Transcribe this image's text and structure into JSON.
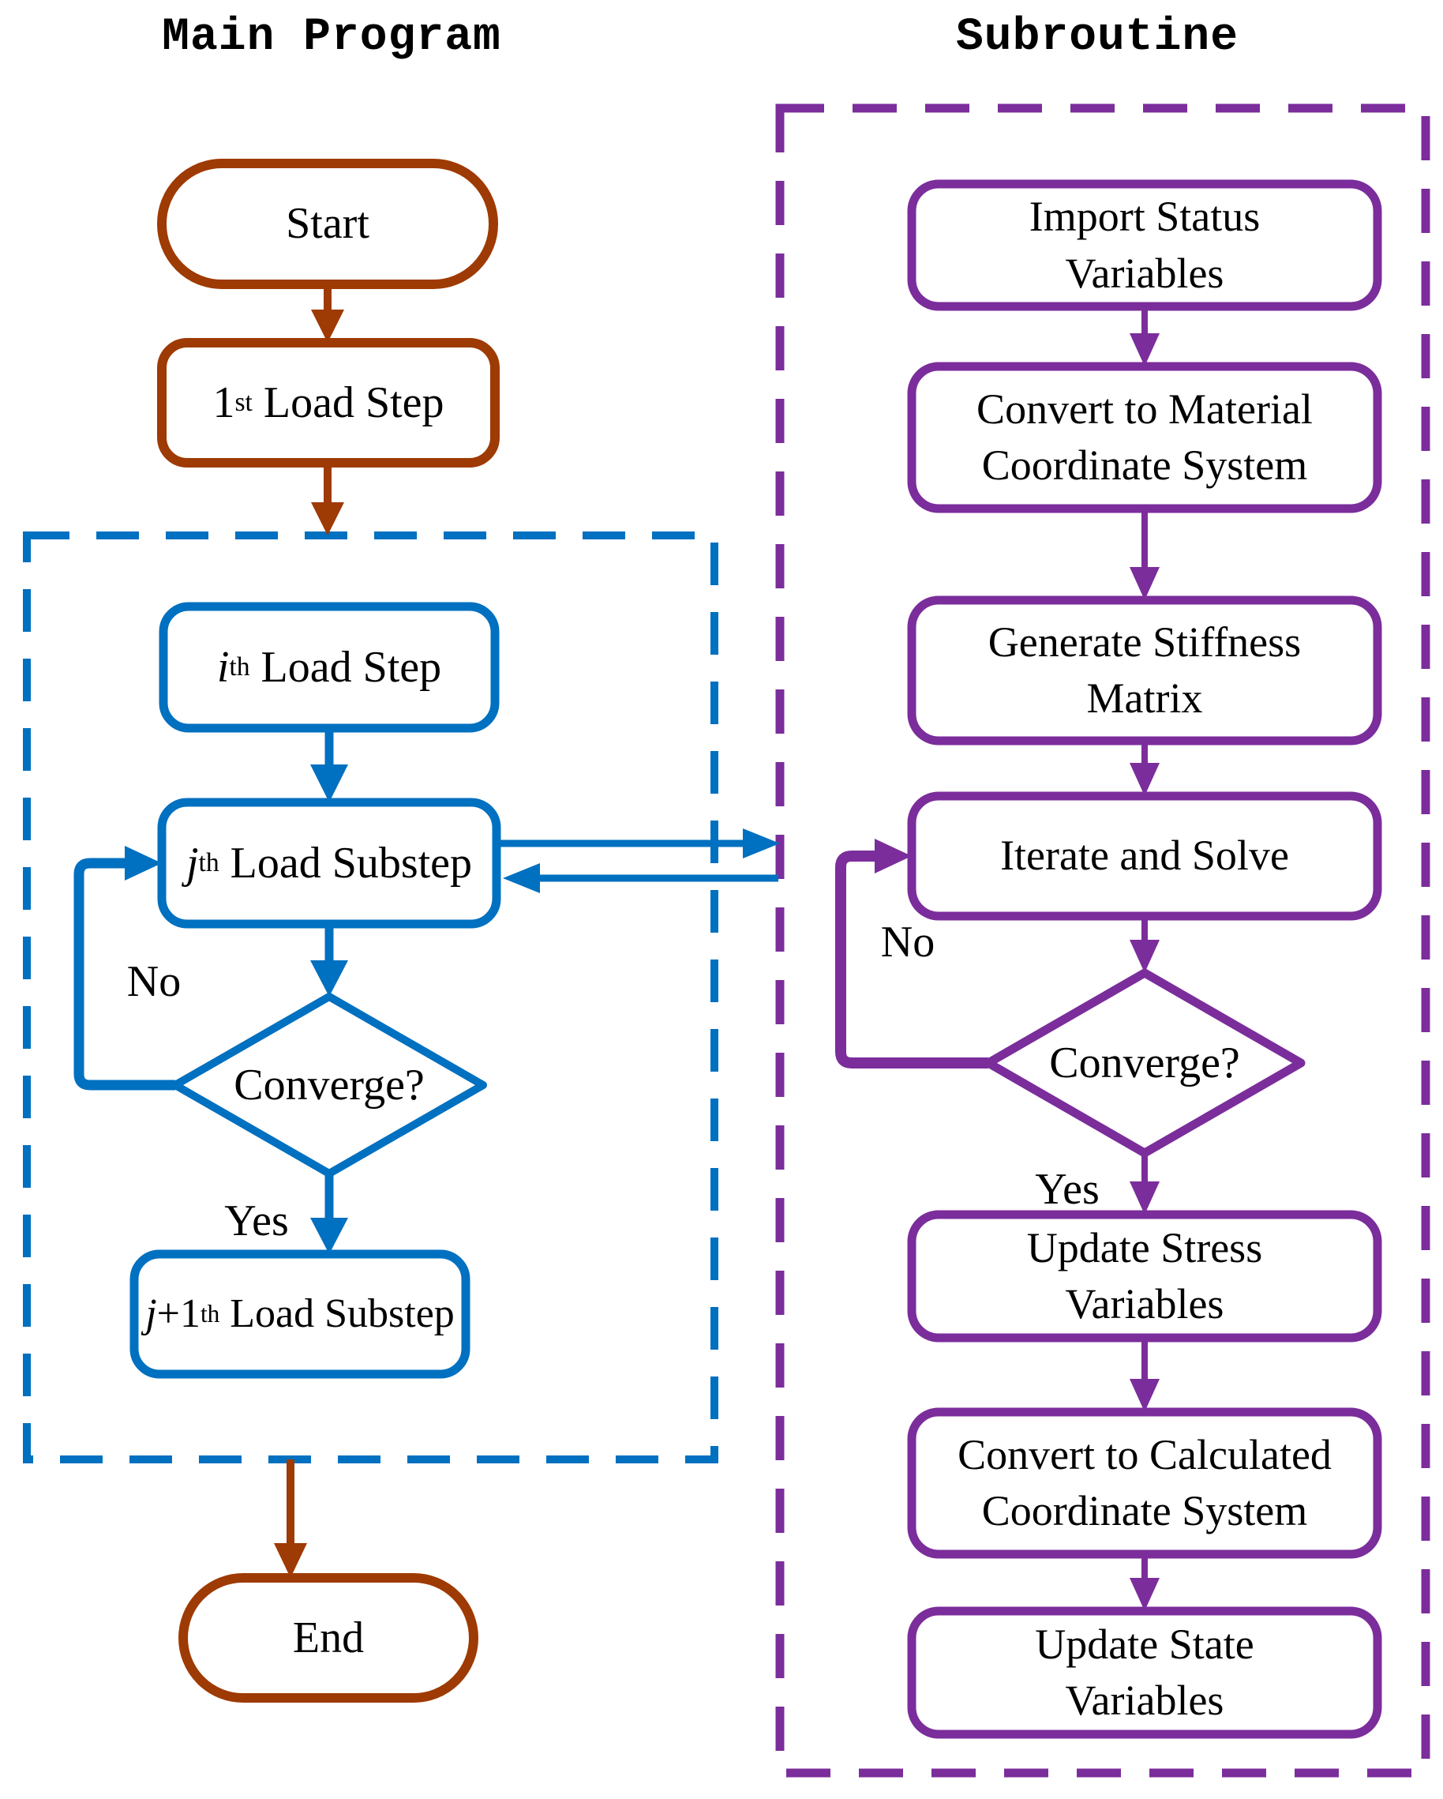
{
  "titles": {
    "main_program": "Main Program",
    "subroutine": "Subroutine"
  },
  "colors": {
    "brown": "#9E3A03",
    "blue": "#0070C0",
    "purple": "#7B2D9B",
    "text": "#000000",
    "background": "#FFFFFF"
  },
  "main_program": {
    "start": "Start",
    "first_load_step": {
      "base": "1",
      "sup": "st",
      "rest": " Load Step"
    },
    "ith_load_step": {
      "base_italic": "i",
      "sup": "th",
      "rest": " Load Step"
    },
    "jth_load_substep": {
      "base_italic": "j",
      "sup": "th",
      "rest": " Load Substep"
    },
    "converge": "Converge?",
    "no_label": "No",
    "yes_label": "Yes",
    "j_plus_1_load_substep": {
      "base_italic": "j",
      "mid": "+1",
      "sup": "th",
      "rest": " Load Substep"
    },
    "end": "End"
  },
  "subroutine": {
    "import_status": [
      "Import Status",
      "Variables"
    ],
    "convert_material": [
      "Convert to Material",
      "Coordinate System"
    ],
    "generate_stiffness": [
      "Generate Stiffness",
      "Matrix"
    ],
    "iterate_solve": [
      "Iterate and Solve"
    ],
    "converge": "Converge?",
    "no_label": "No",
    "yes_label": "Yes",
    "update_stress": [
      "Update Stress",
      "Variables"
    ],
    "convert_calculated": [
      "Convert to Calculated",
      "Coordinate System"
    ],
    "update_state": [
      "Update State",
      "Variables"
    ]
  }
}
